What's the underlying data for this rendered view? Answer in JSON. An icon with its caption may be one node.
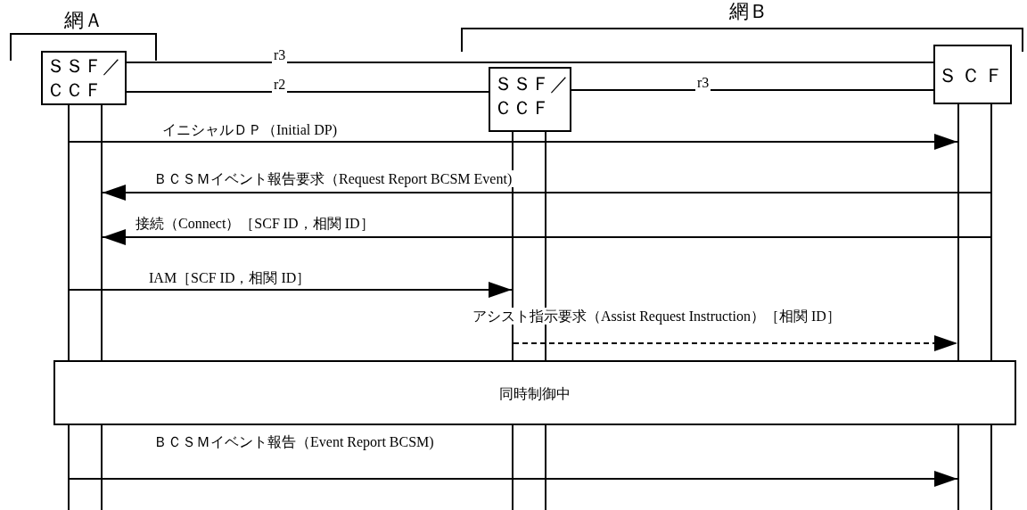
{
  "diagram": {
    "nodes": [
      {
        "text": [
          "ＳＳＦ／ＣＣＦ"
        ]
      },
      {
        "text": [
          "ＳＳＦ／ＣＣＦ"
        ]
      },
      {
        "text": [
          "ＳＣＦ"
        ]
      },
      {
        "text": [],
        "shape": "bar"
      },
      {
        "text": [],
        "shape": "bar"
      },
      {
        "text": [],
        "shape": "bar"
      },
      {
        "text": [],
        "shape": "bar"
      },
      {
        "text": [],
        "shape": "bar"
      },
      {
        "text": [],
        "shape": "bar"
      },
      {
        "text": [
          "同時制御中"
        ]
      }
    ],
    "edges": [
      {
        "from": 0,
        "to": 2,
        "arrow": "none",
        "label": "r3"
      },
      {
        "from": 0,
        "to": 1,
        "arrow": "none",
        "label": "r2"
      },
      {
        "from": 1,
        "to": 2,
        "arrow": "none",
        "label": "r3"
      },
      {
        "from": 3,
        "to": 7,
        "arrow": "to",
        "label": "イニシャルＤＰ（Initial DP)"
      },
      {
        "from": 8,
        "to": 4,
        "arrow": "to",
        "label": "ＢＣＳＭイベント報告要求（Request Report BCSM Event)"
      },
      {
        "from": 8,
        "to": 4,
        "arrow": "to",
        "label": "接続（Connect）［SCF ID，相関 ID］"
      },
      {
        "from": 3,
        "to": 5,
        "arrow": "to",
        "label": "IAM［SCF ID，相関 ID］"
      },
      {
        "from": 5,
        "to": 7,
        "arrow": "to",
        "label": "アシスト指示要求（Assist Request Instruction）［相関 ID］",
        "style": "dashed"
      },
      {
        "from": 3,
        "to": 7,
        "arrow": "to",
        "label": "ＢＣＳＭイベント報告（Event Report BCSM)"
      }
    ],
    "labels": [
      "網Ａ",
      "網Ｂ"
    ]
  }
}
